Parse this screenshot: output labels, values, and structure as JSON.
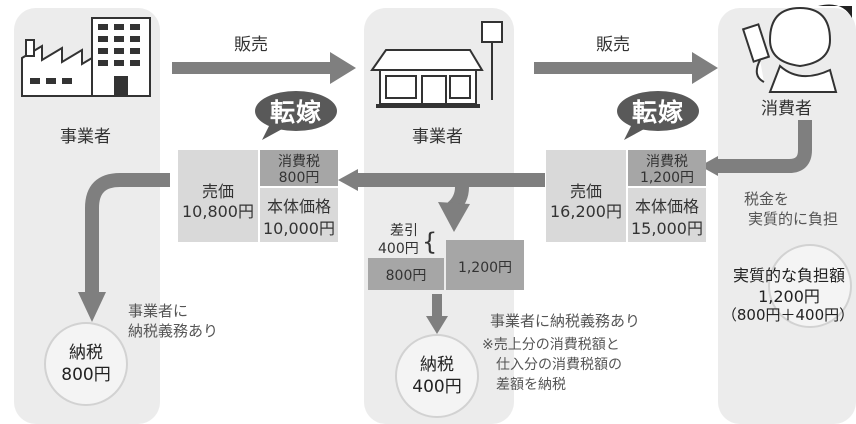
{
  "sale_label": "販売",
  "tenka_label": "転嫁",
  "entities": {
    "manufacturer": "事業者",
    "retailer": "事業者",
    "consumer": "消費者"
  },
  "left_invoice": {
    "price_label": "売価",
    "price_value": "10,800円",
    "tax_label": "消費税",
    "tax_value": "800円",
    "base_label": "本体価格",
    "base_value": "10,000円"
  },
  "right_invoice": {
    "price_label": "売価",
    "price_value": "16,200円",
    "tax_label": "消費税",
    "tax_value": "1,200円",
    "base_label": "本体価格",
    "base_value": "15,000円"
  },
  "difference": {
    "label": "差引",
    "value": "400円",
    "brace": "{",
    "input_tax": "800円",
    "output_tax": "1,200円"
  },
  "consumer_note": {
    "line1": "税金を",
    "line2": "実質的に負担"
  },
  "burden": {
    "title": "実質的な負担額",
    "amount": "1,200円",
    "breakdown": "（800円＋400円）"
  },
  "left_obligation": {
    "line1": "事業者に",
    "line2": "納税義務あり"
  },
  "middle_obligation": {
    "line1": "事業者に納税義務あり",
    "note1": "※売上分の消費税額と",
    "note2": "仕入分の消費税額の",
    "note3": "差額を納税"
  },
  "left_payment": {
    "label": "納税",
    "value": "800円"
  },
  "middle_payment": {
    "label": "納税",
    "value": "400円"
  },
  "colors": {
    "panel": "#ececec",
    "arrow": "#7f7f7f",
    "box_light": "#d9d9d9",
    "box_dark": "#a6a6a6",
    "bubble": "#595959"
  }
}
